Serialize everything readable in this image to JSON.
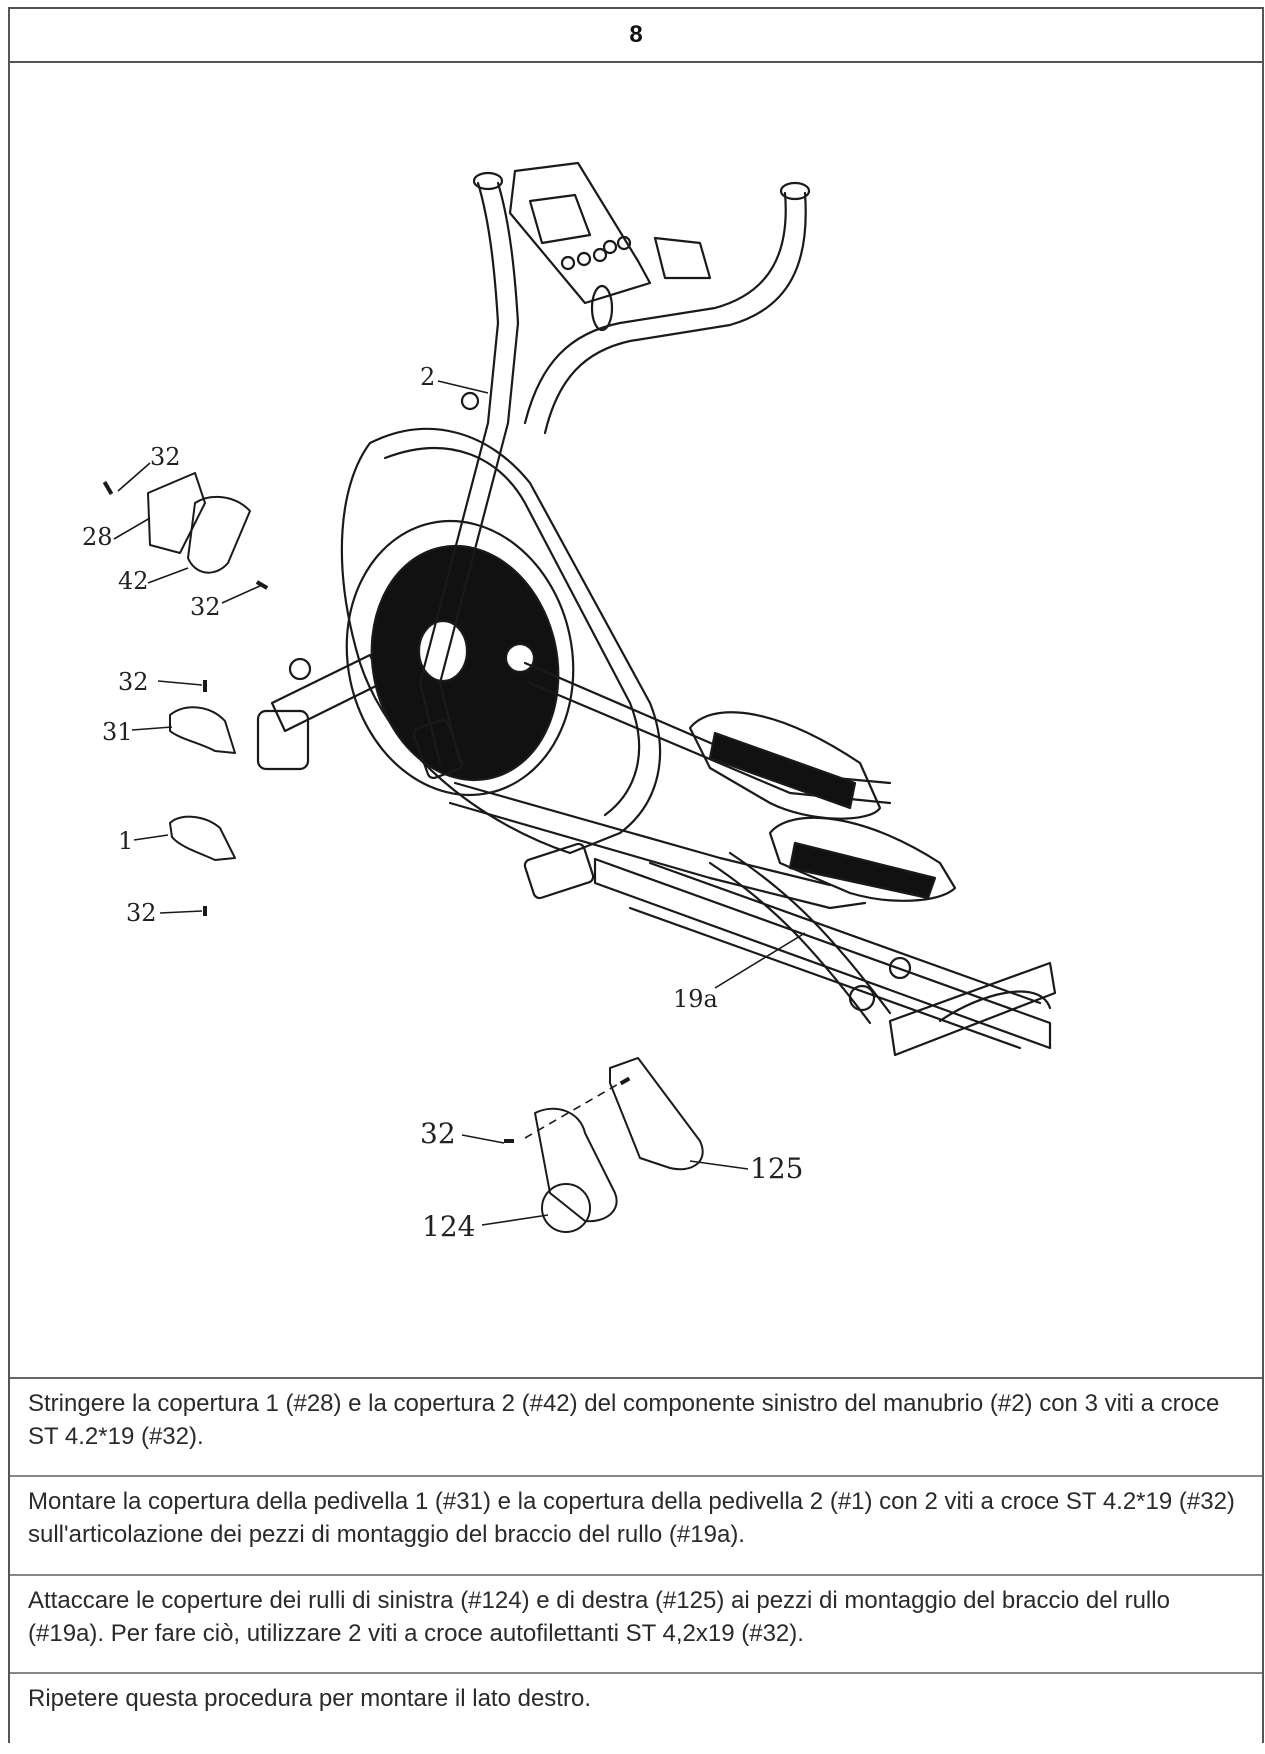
{
  "step": {
    "number": "8"
  },
  "figure": {
    "callouts": {
      "c2": "2",
      "c32_top": "32",
      "c28": "28",
      "c42": "42",
      "c32_mid": "32",
      "c32_left": "32",
      "c31": "31",
      "c1": "1",
      "c32_low": "32",
      "c19a": "19a",
      "c32_roller": "32",
      "c124": "124",
      "c125": "125"
    }
  },
  "instructions": [
    "Stringere la copertura 1 (#28) e la copertura 2 (#42) del componente sinistro del manubrio (#2) con 3 viti a croce ST 4.2*19 (#32).",
    "Montare la copertura della pedivella 1 (#31) e la copertura della pedivella 2 (#1) con 2 viti a croce ST 4.2*19 (#32) sull'articolazione dei pezzi di montaggio del braccio del rullo (#19a).",
    "Attaccare le coperture dei rulli di sinistra (#124) e di destra (#125) ai pezzi di montaggio del braccio del rullo (#19a). Per fare ciò, utilizzare 2 viti a croce autofilettanti ST 4,2x19 (#32).",
    "Ripetere questa procedura per montare il lato destro."
  ]
}
